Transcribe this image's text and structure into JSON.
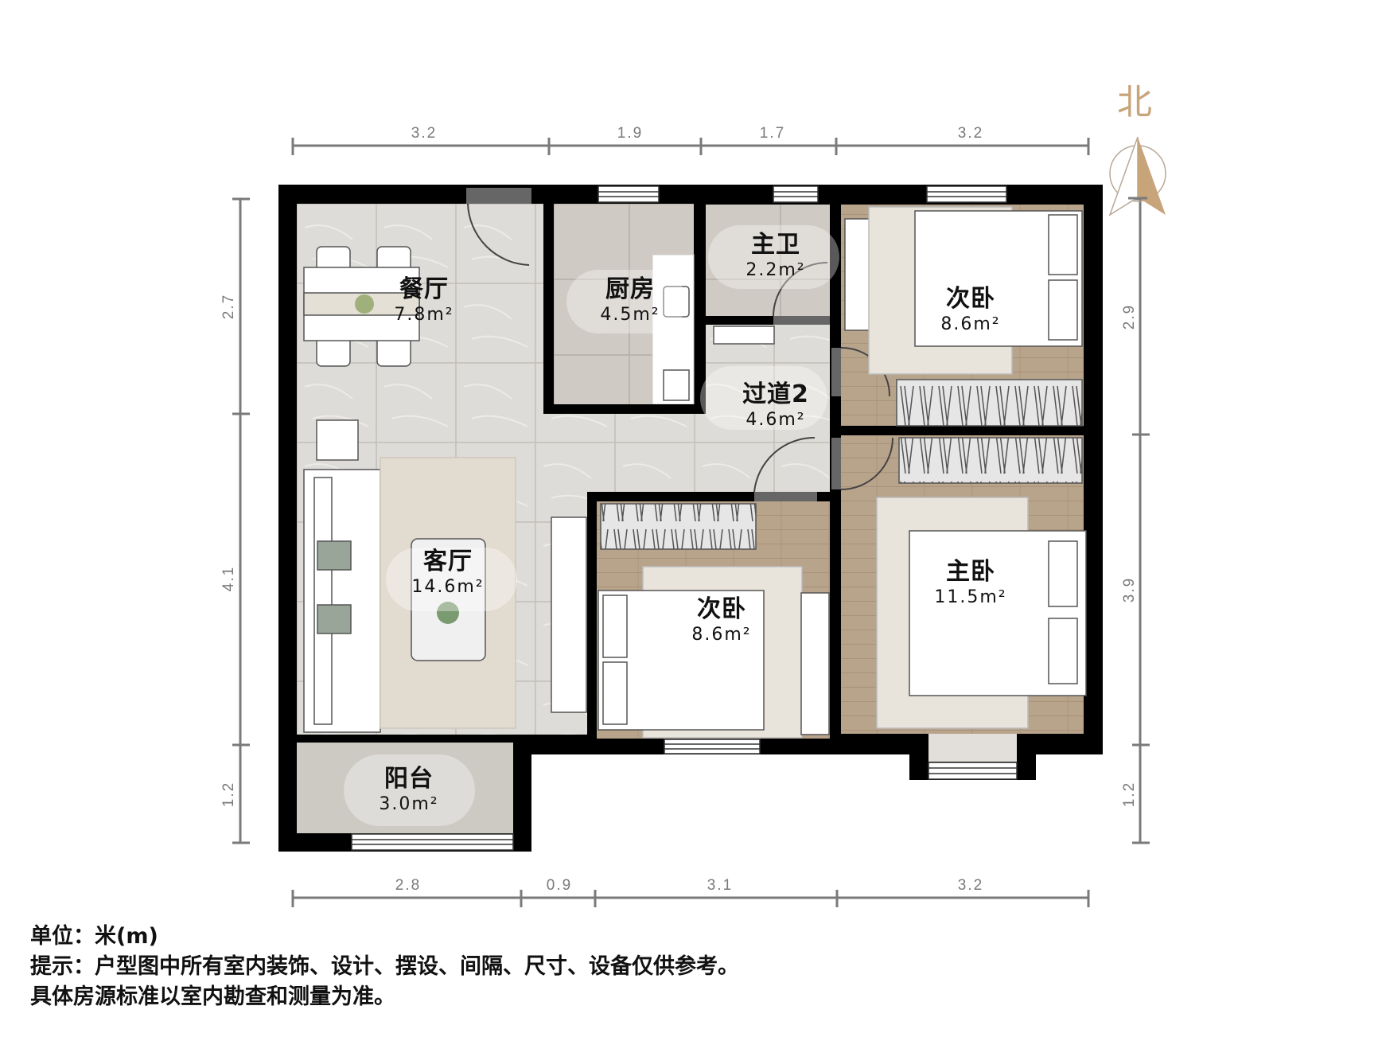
{
  "north": {
    "label": "北",
    "color": "#c8a47a"
  },
  "dimensions": {
    "top": [
      "3.2",
      "1.9",
      "1.7",
      "3.2"
    ],
    "bottom": [
      "2.8",
      "0.9",
      "3.1",
      "3.2"
    ],
    "left": [
      "2.7",
      "4.1",
      "1.2"
    ],
    "right": [
      "2.9",
      "3.9",
      "1.2"
    ]
  },
  "rooms": [
    {
      "id": "dining",
      "name": "餐厅",
      "area": "7.8m²"
    },
    {
      "id": "kitchen",
      "name": "厨房",
      "area": "4.5m²"
    },
    {
      "id": "master-bath",
      "name": "主卫",
      "area": "2.2m²"
    },
    {
      "id": "bedroom-ne",
      "name": "次卧",
      "area": "8.6m²"
    },
    {
      "id": "corridor",
      "name": "过道2",
      "area": "4.6m²"
    },
    {
      "id": "living",
      "name": "客厅",
      "area": "14.6m²"
    },
    {
      "id": "bedroom-s",
      "name": "次卧",
      "area": "8.6m²"
    },
    {
      "id": "master-bedroom",
      "name": "主卧",
      "area": "11.5m²"
    },
    {
      "id": "balcony",
      "name": "阳台",
      "area": "3.0m²"
    }
  ],
  "notes": {
    "unit": "单位：米(m)",
    "hint": "提示：户型图中所有室内装饰、设计、摆设、间隔、尺寸、设备仅供参考。",
    "disclaimer": "具体房源标准以室内勘查和测量为准。"
  },
  "colors": {
    "wall": "#000000",
    "tile": "#dcdad6",
    "tile_dark": "#cfcbc4",
    "wood": "#b49c82",
    "dimension": "#7a7a7a",
    "accent": "#c8a47a"
  }
}
